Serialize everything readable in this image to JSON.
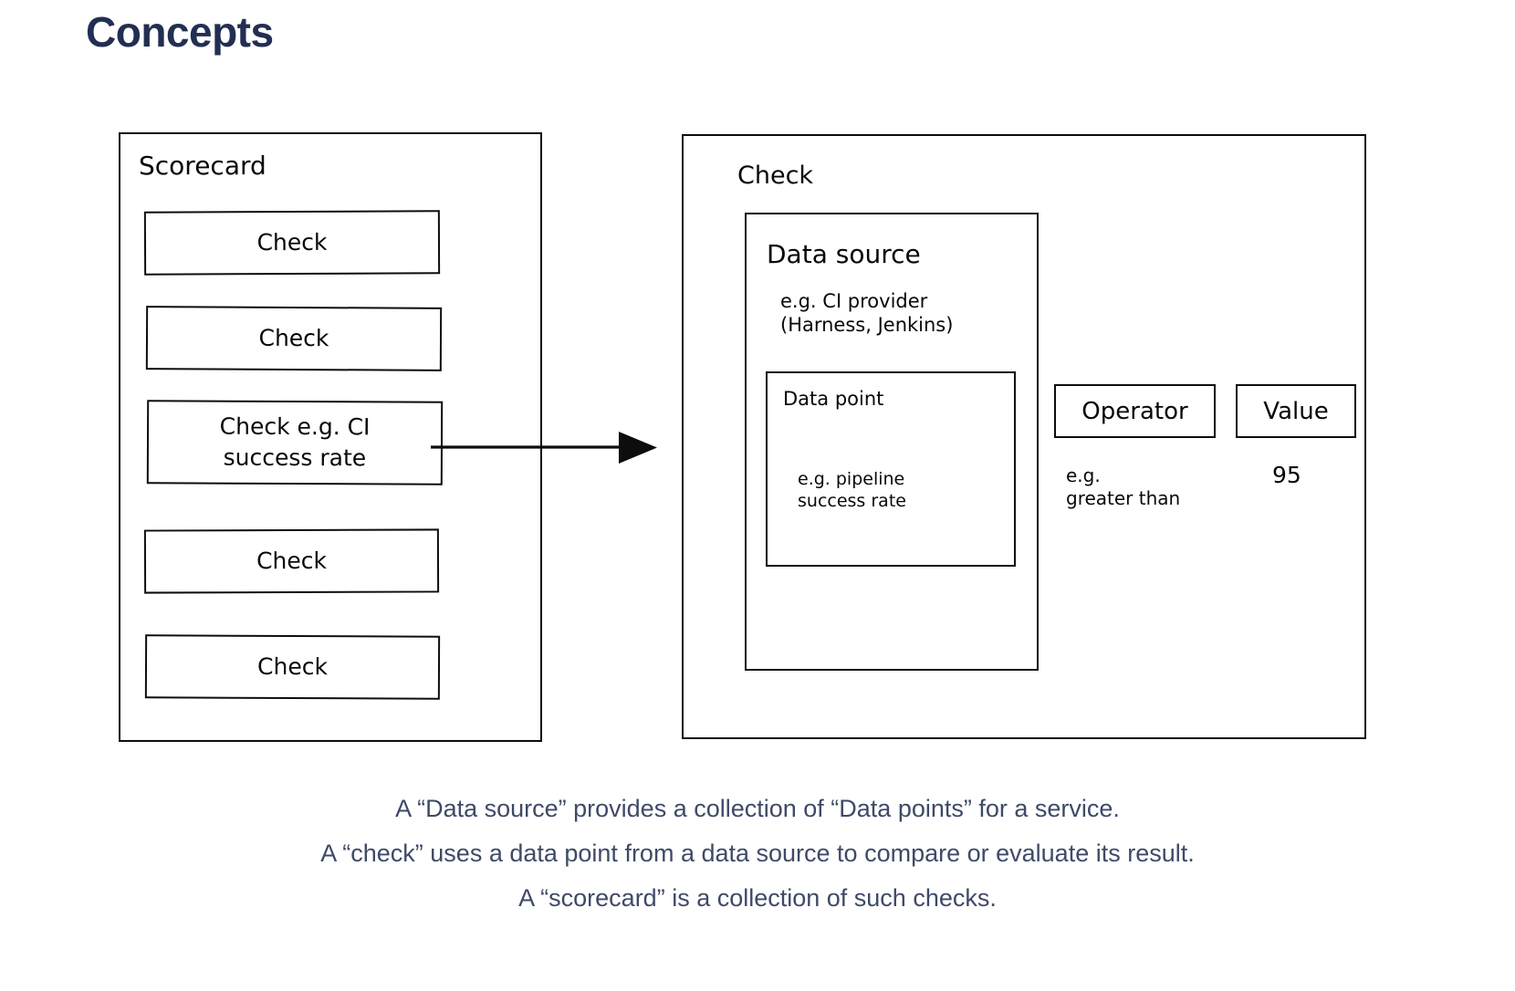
{
  "page": {
    "title": "Concepts",
    "title_color": "#222f52",
    "caption_color": "#3f4a68",
    "ink_color": "#0d0d0d",
    "background": "#ffffff"
  },
  "scorecard": {
    "title": "Scorecard",
    "checks": [
      {
        "label": "Check"
      },
      {
        "label": "Check"
      },
      {
        "label": "Check e.g. CI\nsuccess rate"
      },
      {
        "label": "Check"
      },
      {
        "label": "Check"
      }
    ]
  },
  "connector": {
    "icon": "arrow-right-icon",
    "from": "scorecard-check-3",
    "to": "check-panel"
  },
  "check": {
    "title": "Check",
    "data_source": {
      "title": "Data source",
      "example": "e.g. CI provider\n(Harness, Jenkins)",
      "data_point": {
        "title": "Data point",
        "example": "e.g. pipeline\nsuccess rate"
      }
    },
    "operator": {
      "label": "Operator",
      "example": "e.g.\ngreater than"
    },
    "value": {
      "label": "Value",
      "example": "95"
    }
  },
  "caption": {
    "lines": [
      "A “Data source” provides a collection of “Data points” for a service.",
      "A “check” uses a data point from a data source to compare or evaluate its result.",
      "A “scorecard” is a collection of such checks."
    ]
  }
}
